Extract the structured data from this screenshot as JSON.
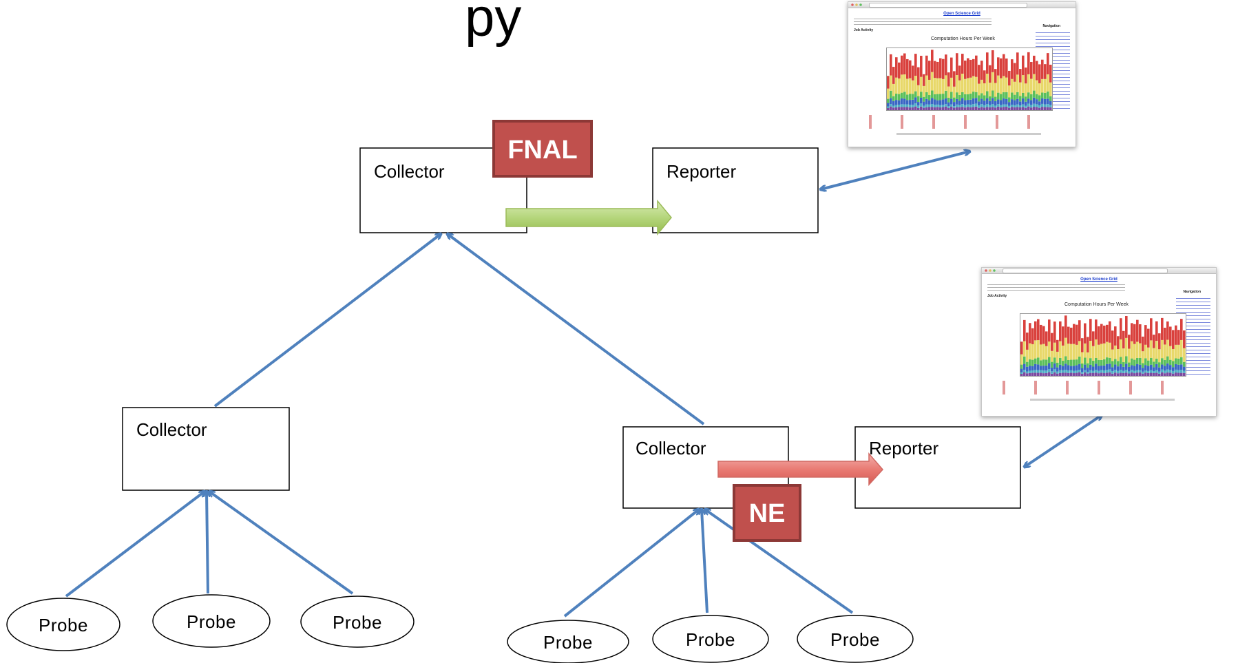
{
  "title_fragment": "py",
  "boxes": {
    "collector_top": "Collector",
    "reporter_top": "Reporter",
    "collector_left": "Collector",
    "collector_right": "Collector",
    "reporter_right": "Reporter"
  },
  "tags": {
    "fnal": "FNAL",
    "ne": "NE"
  },
  "probes": [
    "Probe",
    "Probe",
    "Probe",
    "Probe",
    "Probe",
    "Probe"
  ],
  "screenshots": [
    {
      "page_title": "Open Science Grid",
      "section": "Job Activity",
      "chart_title": "Computation Hours Per Week",
      "navigation_heading": "Navigation"
    },
    {
      "page_title": "Open Science Grid",
      "section": "Job Activity",
      "chart_title": "Computation Hours Per Week",
      "navigation_heading": "Navigation"
    }
  ],
  "colors": {
    "connector": "#4f81bd",
    "green_arrow": "#9bbb59",
    "red_arrow": "#e46c66",
    "tag_fill": "#c0504d",
    "tag_border": "#8c3836"
  }
}
